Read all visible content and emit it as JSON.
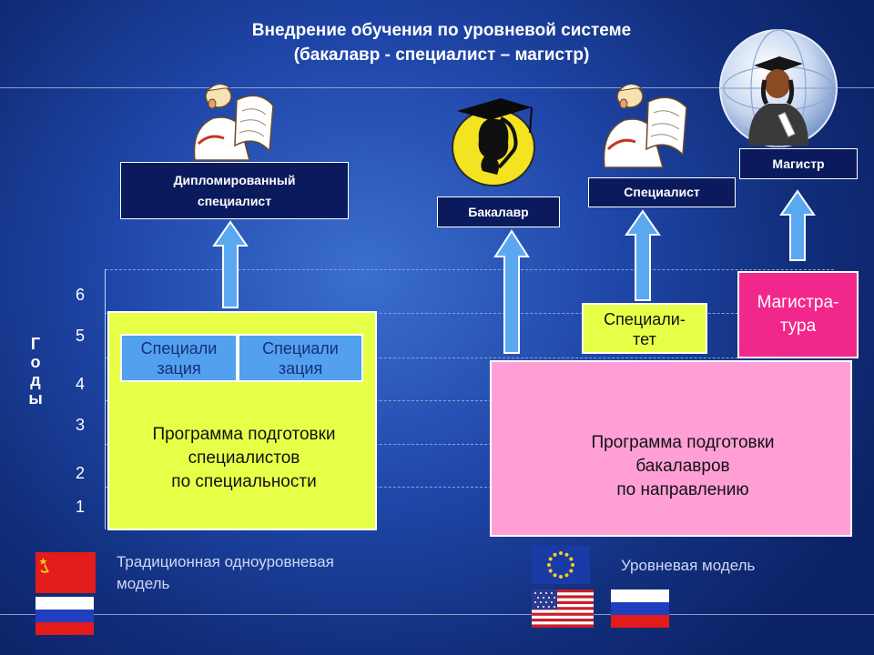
{
  "title": {
    "line1": "Внедрение обучения по уровневой системе",
    "line2": "(бакалавр - специалист – магистр)"
  },
  "labels": {
    "diploma_specialist_line1": "Дипломированный",
    "diploma_specialist_line2": "специалист",
    "bachelor": "Бакалавр",
    "specialist": "Специалист",
    "master": "Магистр"
  },
  "axis": {
    "title_letters": [
      "Г",
      "о",
      "д",
      "ы"
    ],
    "ticks": [
      "6",
      "5",
      "4",
      "3",
      "2",
      "1"
    ]
  },
  "traditional": {
    "specialization_cells": [
      {
        "line1": "Специали",
        "line2": "зация"
      },
      {
        "line1": "Специали",
        "line2": "зация"
      }
    ],
    "program_lines": [
      "Программа подготовки",
      "специалистов",
      "по специальности"
    ],
    "model_lines": [
      "Традиционная одноуровневая",
      "модель"
    ]
  },
  "level": {
    "specialitet_lines": [
      "Специали-",
      "тет"
    ],
    "magistratura_lines": [
      "Магистра-",
      "тура"
    ],
    "program_lines": [
      "Программа подготовки",
      "бакалавров",
      "по направлению"
    ],
    "model_label": "Уровневая модель"
  },
  "colors": {
    "background": "#1f46a8",
    "green_box": "#e8ff48",
    "spec_cell": "#52a0ee",
    "pink_box": "#ff9fd6",
    "magenta_box": "#f2278c",
    "label_box": "#0a1a5c",
    "arrow": "#5aa8f0"
  },
  "icons": {
    "ussr_flag": "ussr-flag-icon",
    "russia_flag": "russia-flag-icon",
    "eu_flag": "eu-flag-icon",
    "usa_flag": "usa-flag-icon",
    "specialist_figure": "scholar-figure-icon",
    "bachelor_figure": "graduate-silhouette-icon",
    "master_figure": "master-globe-icon"
  }
}
